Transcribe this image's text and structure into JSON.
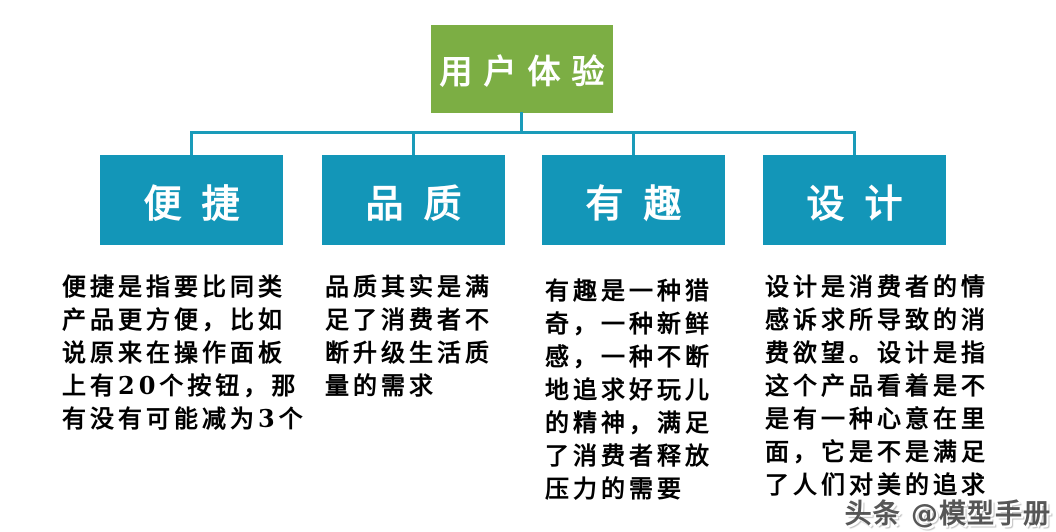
{
  "diagram": {
    "type": "tree",
    "root": {
      "label": "用户体验"
    },
    "branches": [
      {
        "label": "便捷",
        "description": "便捷是指要比同类\n产品更方便，比如\n说原来在操作面板\n上有20个按钮，那\n有没有可能减为3个"
      },
      {
        "label": "品质",
        "description": "品质其实是满\n足了消费者不\n断升级生活质\n量的需求"
      },
      {
        "label": "有趣",
        "description": "有趣是一种猎\n奇，一种新鲜\n感，一种不断\n地追求好玩儿\n的精神，满足\n了消费者释放\n压力的需要"
      },
      {
        "label": "设计",
        "description": "设计是消费者的情\n感诉求所导致的消\n费欲望。设计是指\n这个产品看着是不\n是有一种心意在里\n面，它是不是满足\n了人们对美的追求"
      }
    ],
    "colors": {
      "root_fill": "#7CAE44",
      "branch_fill": "#1396B8",
      "connector": "#1A9BB9",
      "node_text": "#FFFFFF",
      "body_text": "#000000",
      "background": "#FFFFFF"
    }
  },
  "watermark": {
    "text": "头条 @模型手册"
  }
}
